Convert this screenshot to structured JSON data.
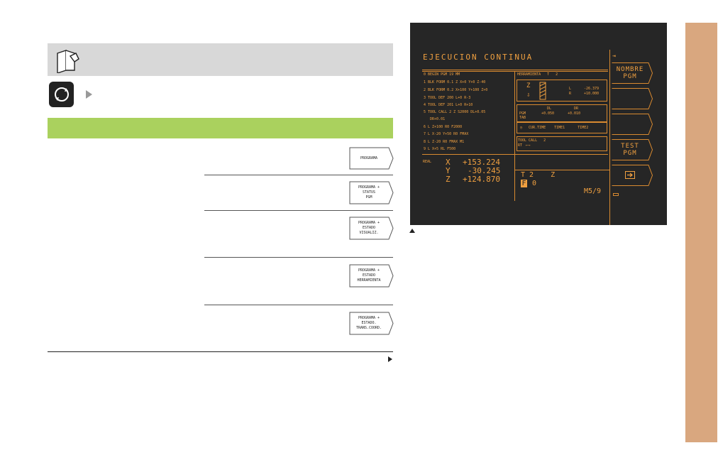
{
  "softkeys_left": [
    {
      "lines": [
        "PROGRAMA"
      ]
    },
    {
      "lines": [
        "PROGRAMA +",
        "STATUS",
        "PGM"
      ]
    },
    {
      "lines": [
        "PROGRAMA +",
        "ESTADO",
        "VISUALIZ."
      ]
    },
    {
      "lines": [
        "PROGRAMA +",
        "ESTADO",
        "HERRAMIENTA"
      ]
    },
    {
      "lines": [
        "PROGRAMA +",
        "ESTADO.",
        "TRANS.COORD."
      ]
    }
  ],
  "screen": {
    "title": "EJECUCION CONTINUA",
    "program_lines": [
      "0 BEGIN PGM 19 MM",
      "1 BLK FORM 0.1 Z X+0 Y+0 Z-40",
      "2 BLK FORM 0.2 X+100 Y+100 Z+0",
      "3 TOOL DEF 200 L+0 R-3",
      "4 TOOL DEF 201 L+0 R+10",
      "5 TOOL CALL 2 Z S2000 DL+0.05",
      "   DR+0.01",
      "6 L Z+100 R0 F2000",
      "7 L X-20 Y+50 R0 FMAX",
      "8 L Z-20 R0 FMAX M1",
      "9 L X+5 RL F500"
    ],
    "tool_header": "HERRAMIENTA   T   2",
    "tool_axis": "Z",
    "tool_L_label": "L",
    "tool_R_label": "R",
    "tool_L_value": "-26.379",
    "tool_R_value": "+10.000",
    "dl_label": "DL",
    "dr_label": "DR",
    "pgm_label": "PGM",
    "tab_label": "TAB",
    "dl_value": "+0.050",
    "dr_value": "+0.010",
    "time_row": "CUR.TIME    TIME1      TIME2",
    "tool_call": "TOOL CALL   2",
    "rt_label": "RT",
    "real_label": "REAL",
    "axes": [
      {
        "name": "X",
        "value": "+153.224"
      },
      {
        "name": "Y",
        "value": "-30.245"
      },
      {
        "name": "Z",
        "value": "+124.870"
      }
    ],
    "status_t": "T 2    Z",
    "status_f": "F",
    "status_f_val": "0",
    "status_m": "M5/9",
    "softkeys_right": [
      {
        "lines": [
          "NOMBRE",
          "PGM"
        ]
      },
      {
        "lines": [
          ""
        ]
      },
      {
        "lines": [
          ""
        ]
      },
      {
        "lines": [
          "TEST",
          "PGM"
        ]
      },
      {
        "lines": [
          ""
        ],
        "icon": "arrow-right-icon"
      }
    ]
  },
  "colors": {
    "screen_bg": "#262626",
    "screen_fg": "#f0a040",
    "header_bar": "#d8d8d8",
    "green_bar": "#aad15e",
    "side_tab": "#d9a77f"
  }
}
